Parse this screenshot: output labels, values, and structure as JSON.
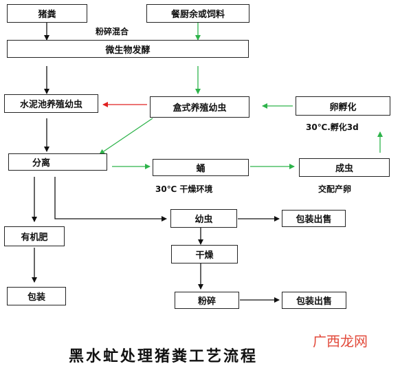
{
  "boxes": {
    "pig_manure": "猪粪",
    "kitchen_feed": "餐厨余或饲料",
    "microbe_ferment": "微生物发酵",
    "cement_pool": "水泥池养殖幼虫",
    "box_rearing": "盒式养殖幼虫",
    "egg_hatch": "卵孵化",
    "separation": "分离",
    "pupa": "蛹",
    "adult": "成虫",
    "organic_fertilizer": "有机肥",
    "larva": "幼虫",
    "dry": "干燥",
    "crush": "粉碎",
    "package": "包装",
    "package_sale_1": "包装出售",
    "package_sale_2": "包装出售"
  },
  "labels": {
    "crush_mix": "粉碎混合",
    "hatch_condition": "30℃.孵化3d",
    "dry_environment": "30℃ 干燥环境",
    "mating": "交配产卵"
  },
  "title": "黑水虻处理猪粪工艺流程",
  "watermark": "广西龙网",
  "colors": {
    "black_arrow": "#111111",
    "green_arrow": "#2db34a",
    "red_arrow": "#e02020",
    "watermark": "#e24a3b"
  }
}
